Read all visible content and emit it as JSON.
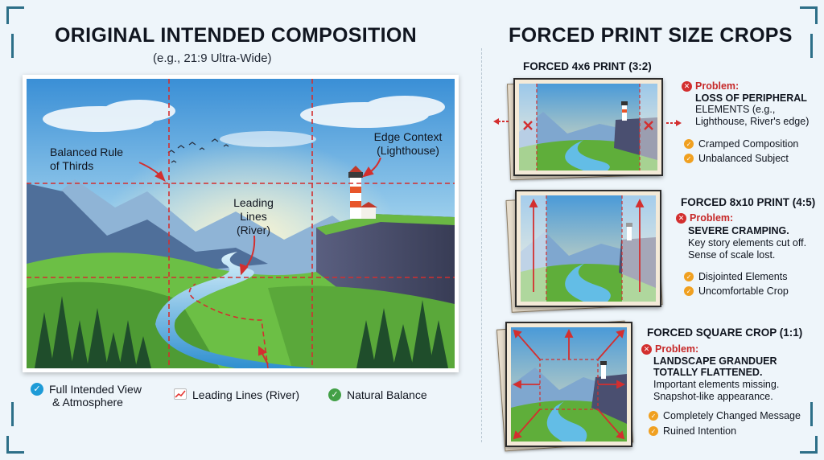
{
  "left": {
    "title": "ORIGINAL INTENDED COMPOSITION",
    "subtitle": "(e.g., 21:9 Ultra-Wide)",
    "labels": {
      "rule_thirds": [
        "Balanced Rule",
        "of Thirds"
      ],
      "leading_lines": [
        "Leading",
        "Lines",
        "(River)"
      ],
      "edge_context": [
        "Edge Context",
        "(Lighthouse)"
      ]
    },
    "features": [
      {
        "icon": "check-icon",
        "color": "#1e9bd7",
        "text": [
          "Full Intended View",
          "& Atmosphere"
        ]
      },
      {
        "icon": "chart-icon",
        "color": "#e53935",
        "text": [
          "Leading Lines (River)"
        ]
      },
      {
        "icon": "check-icon",
        "color": "#43a047",
        "text": [
          "Natural Balance"
        ]
      }
    ]
  },
  "right": {
    "title": "FORCED PRINT SIZE CROPS",
    "crops": [
      {
        "title": "FORCED 4x6 PRINT (3:2)",
        "problem_label": "Problem:",
        "problem_bold": [
          "LOSS OF PERIPHERAL"
        ],
        "problem_text": [
          "ELEMENTS (e.g.,",
          "Lighthouse, River's edge)"
        ],
        "bullets": [
          "Cramped Composition",
          "Unbalanced Subject"
        ]
      },
      {
        "title": "FORCED 8x10 PRINT (4:5)",
        "problem_label": "Problem:",
        "problem_bold": [
          "SEVERE CRAMPING."
        ],
        "problem_text": [
          "Key story elements cut off.",
          "Sense of scale lost."
        ],
        "bullets": [
          "Disjointed Elements",
          "Uncomfortable Crop"
        ]
      },
      {
        "title": "FORCED SQUARE CROP (1:1)",
        "problem_label": "Problem:",
        "problem_bold": [
          "LANDSCAPE GRANDUER",
          "TOTALLY FLATTENED."
        ],
        "problem_text": [
          "Important elements missing.",
          "Snapshot-like appearance."
        ],
        "bullets": [
          "Completely Changed Message",
          "Ruined Intention"
        ]
      }
    ]
  },
  "colors": {
    "guide_red": "#d32f2f",
    "sky_top": "#3a8fd6",
    "sky_bottom": "#f6e9b8",
    "river": "#4fb3e0",
    "grass": "#5fae3a",
    "accent_orange": "#f0a020"
  }
}
